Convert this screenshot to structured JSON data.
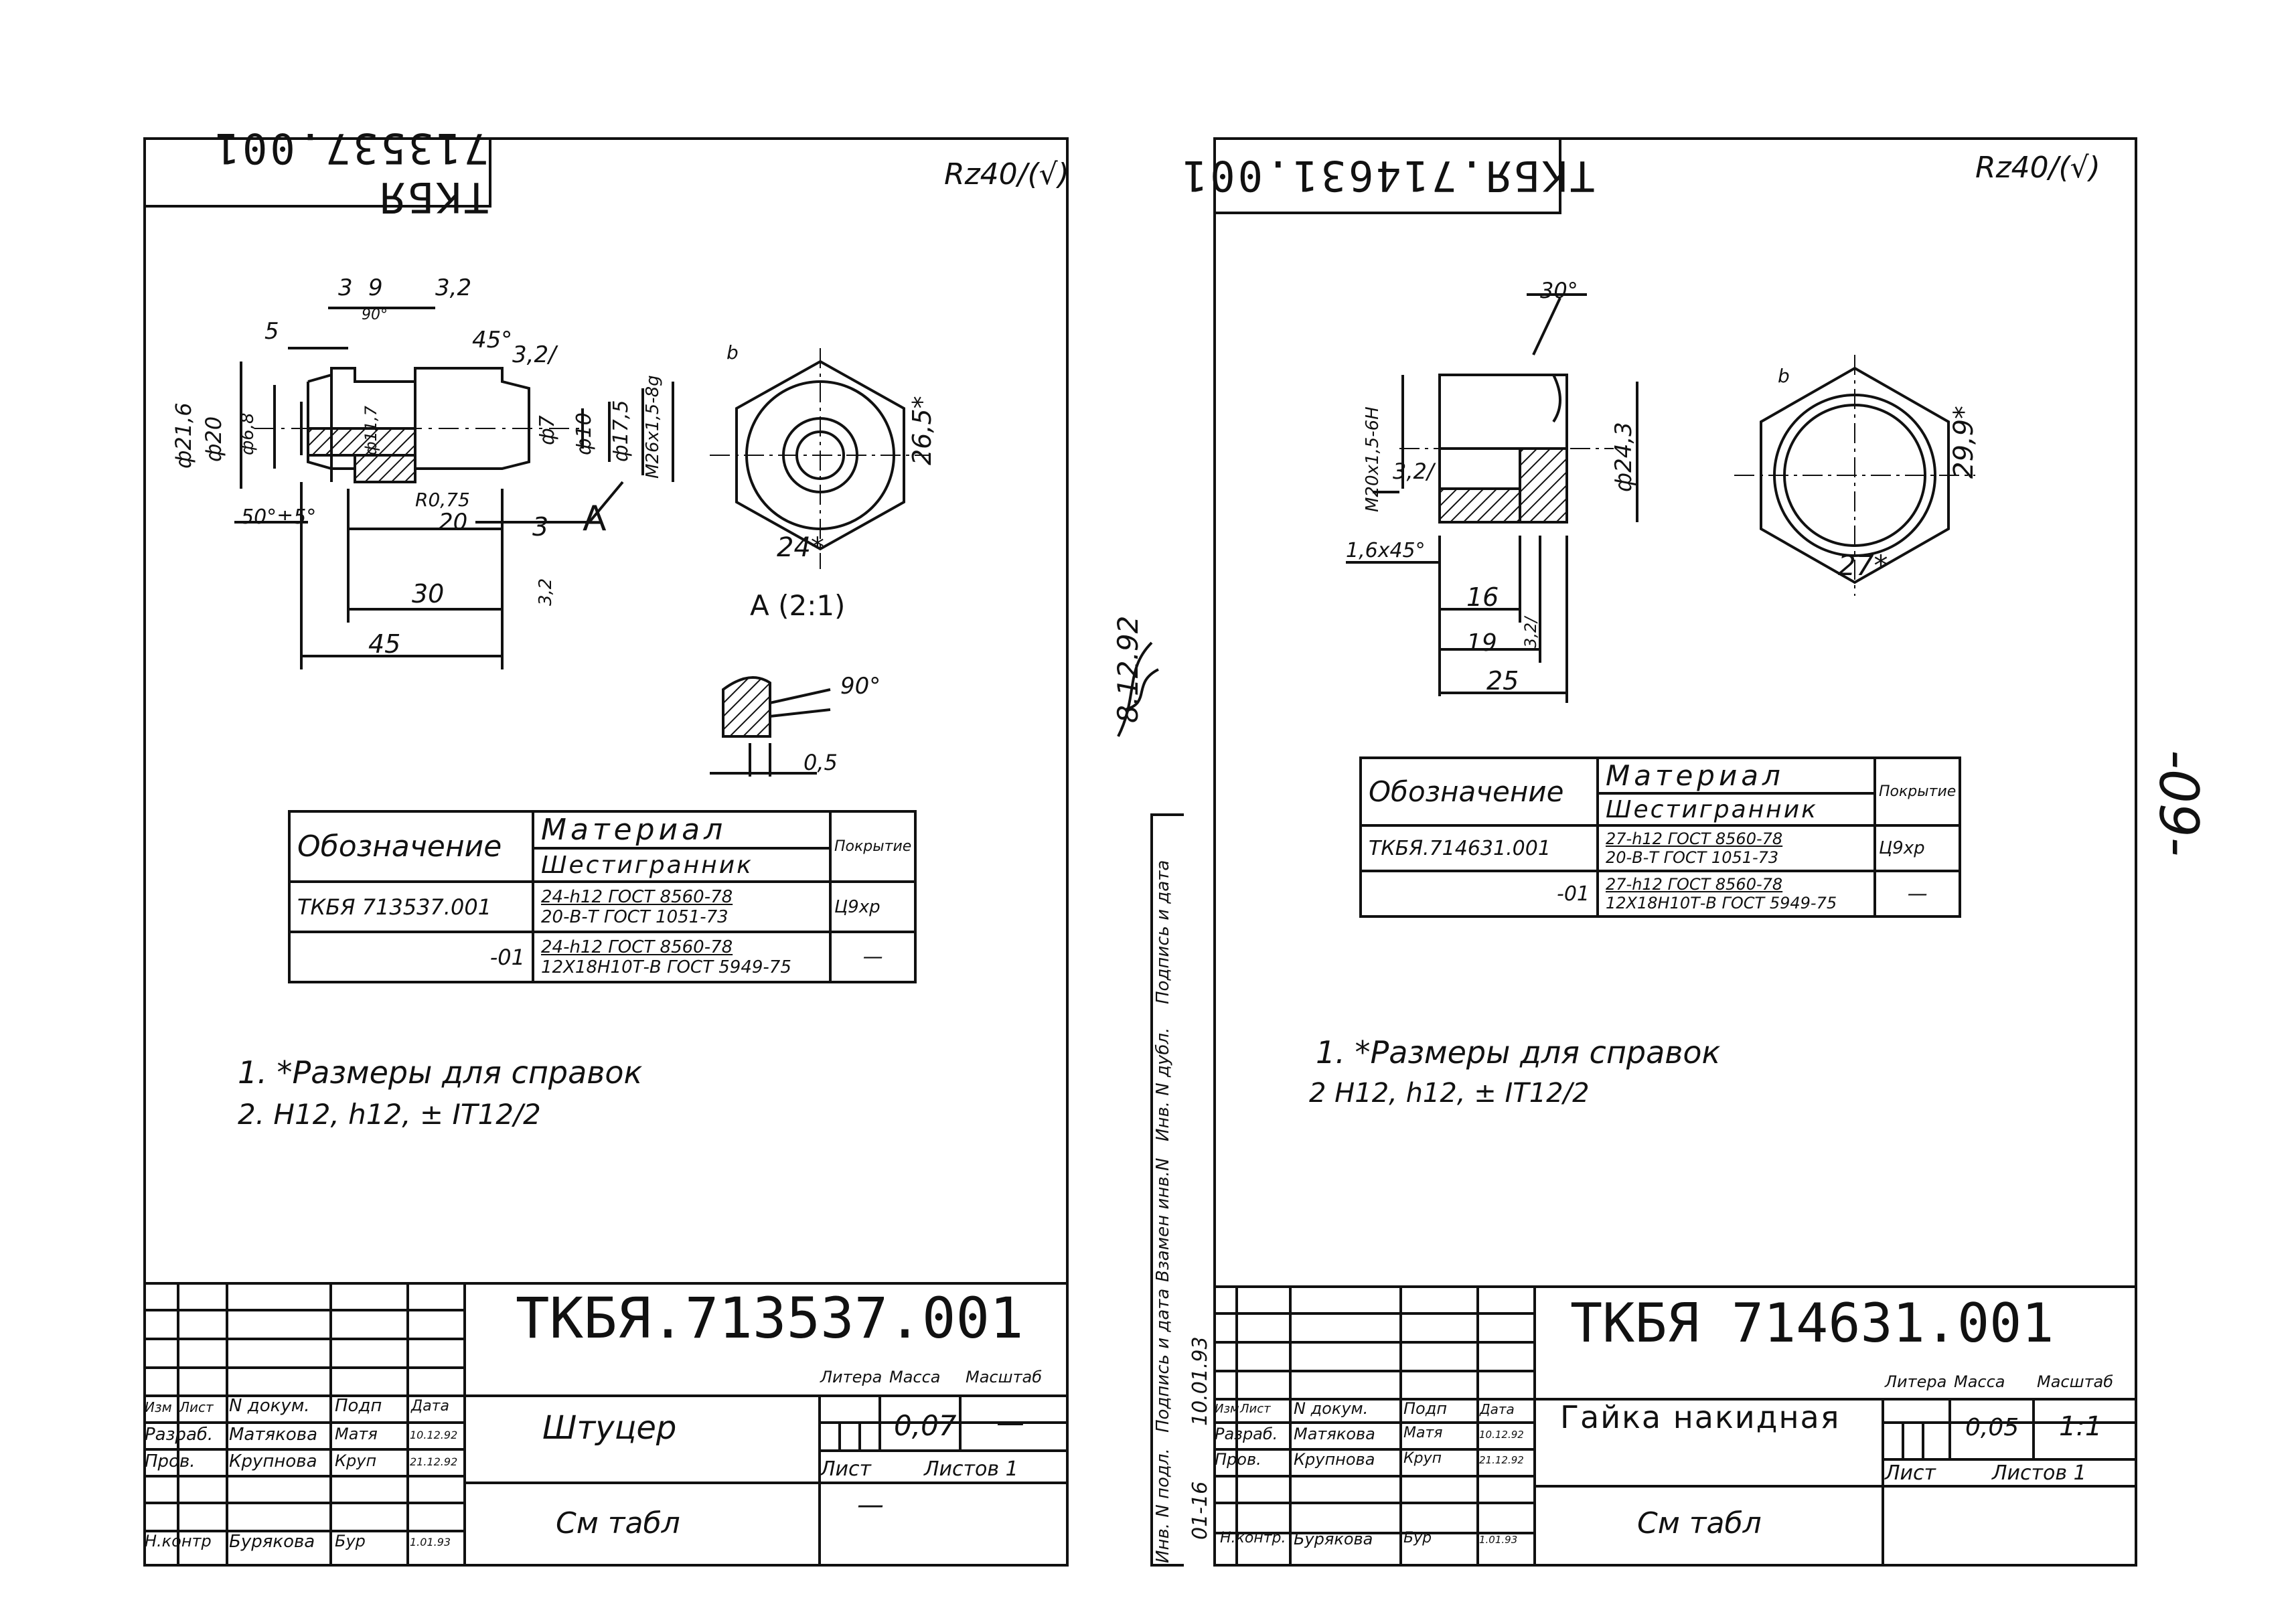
{
  "page_number": "-09-",
  "side_signature": {
    "date": "8.12.92"
  },
  "binding_strip": {
    "labels": [
      "Инв. N подл.",
      "Подпись и дата",
      "Взамен инв.N",
      "Инв. N дубл.",
      "Подпись и дата"
    ],
    "inv_value": "01-16",
    "sign_date": "10.01.93"
  },
  "sheets": [
    {
      "stamp_code": "ТКБЯ 713537.001",
      "roughness": "Rz40/(√)",
      "dims": {
        "d1": "3",
        "d2": "9",
        "d3": "3,2",
        "d4": "5",
        "a1": "90°",
        "a2": "45°",
        "r1": "3,2/",
        "phi1": "ф21,6",
        "phi2": "ф20",
        "phi3": "ф6,8",
        "phi4": "ф11,7",
        "phi5": "ф7",
        "phi6": "ф10",
        "phi7": "ф17,5",
        "thread": "М26х1,5-8g",
        "chamfer": "50°±5°",
        "r2": "R0,75",
        "l1": "20",
        "l2": "3",
        "view_ref": "A",
        "l3": "30",
        "l4": "45",
        "r3": "3,2",
        "hex_h": "26,5*",
        "hex_w": "24*",
        "hex_b": "b",
        "detail_title": "A (2:1)",
        "detail_angle": "90°",
        "detail_len": "0,5"
      },
      "bom": {
        "h_designation": "Обозначение",
        "h_material": "Материал",
        "h_hexagon": "Шестигранник",
        "h_coating": "Покрытие",
        "rows": [
          {
            "code": "ТКБЯ 713537.001",
            "mat1": "24-h12 ГОСТ 8560-78",
            "mat2": "20-В-Т ГОСТ 1051-73",
            "coating": "Ц9хр"
          },
          {
            "code": "-01",
            "mat1": "24-h12 ГОСТ 8560-78",
            "mat2": "12Х18Н10Т-В ГОСТ 5949-75",
            "coating": "—"
          }
        ]
      },
      "notes": [
        "1. *Размеры для справок",
        "2. Н12, h12, ± IT12/2"
      ],
      "title_block": {
        "code": "ТКБЯ.713537.001",
        "name": "Штуцер",
        "material": "См табл",
        "hdr": [
          "Изм",
          "Лист",
          "N докум.",
          "Подп",
          "Дата"
        ],
        "rows": [
          {
            "role": "Разраб.",
            "person": "Матякова",
            "sign": "Матя",
            "date": "10.12.92"
          },
          {
            "role": "Пров.",
            "person": "Крупнова",
            "sign": "Круп",
            "date": "21.12.92"
          },
          {
            "role": "",
            "person": "",
            "sign": "",
            "date": ""
          },
          {
            "role": "Н.контр",
            "person": "Бурякова",
            "sign": "Бур",
            "date": "1.01.93"
          }
        ],
        "litera": "Литера",
        "massa": "Масса",
        "masshtab": "Масштаб",
        "massa_val": "0,07",
        "masshtab_val": "—",
        "list": "Лист",
        "listov": "Листов 1",
        "right_bottom": "—"
      }
    },
    {
      "stamp_code": "ТКБЯ.714631.001",
      "roughness": "Rz40/(√)",
      "dims": {
        "angle": "30°",
        "thread": "М20х1,5-6Н",
        "phi": "ф24,3",
        "r1": "3,2/",
        "chamfer": "1,6х45°",
        "l1": "16",
        "l2": "19",
        "r2": "3,2/",
        "l3": "25",
        "hex_h": "29,9*",
        "hex_w": "27*",
        "hex_b": "b"
      },
      "bom": {
        "h_designation": "Обозначение",
        "h_material": "Материал",
        "h_hexagon": "Шестигранник",
        "h_coating": "Покрытие",
        "rows": [
          {
            "code": "ТКБЯ.714631.001",
            "mat1": "27-h12 ГОСТ 8560-78",
            "mat2": "20-В-Т ГОСТ 1051-73",
            "coating": "Ц9хр"
          },
          {
            "code": "-01",
            "mat1": "27-h12 ГОСТ 8560-78",
            "mat2": "12Х18Н10Т-В ГОСТ 5949-75",
            "coating": "—"
          }
        ]
      },
      "notes": [
        "1. *Размеры для справок",
        "2 Н12, h12, ± IT12/2"
      ],
      "title_block": {
        "code": "ТКБЯ 714631.001",
        "name": "Гайка накидная",
        "material": "См табл",
        "hdr": [
          "Изм",
          "Лист",
          "N докум.",
          "Подп",
          "Дата"
        ],
        "rows": [
          {
            "role": "Разраб.",
            "person": "Матякова",
            "sign": "Матя",
            "date": "10.12.92"
          },
          {
            "role": "Пров.",
            "person": "Крупнова",
            "sign": "Круп",
            "date": "21.12.92"
          },
          {
            "role": "",
            "person": "",
            "sign": "",
            "date": ""
          },
          {
            "role": "Н.контр.",
            "person": "Бурякова",
            "sign": "Бур",
            "date": "1.01.93"
          }
        ],
        "litera": "Литера",
        "massa": "Масса",
        "masshtab": "Масштаб",
        "massa_val": "0,05",
        "masshtab_val": "1:1",
        "list": "Лист",
        "listov": "Листов 1",
        "right_bottom": ""
      }
    }
  ]
}
